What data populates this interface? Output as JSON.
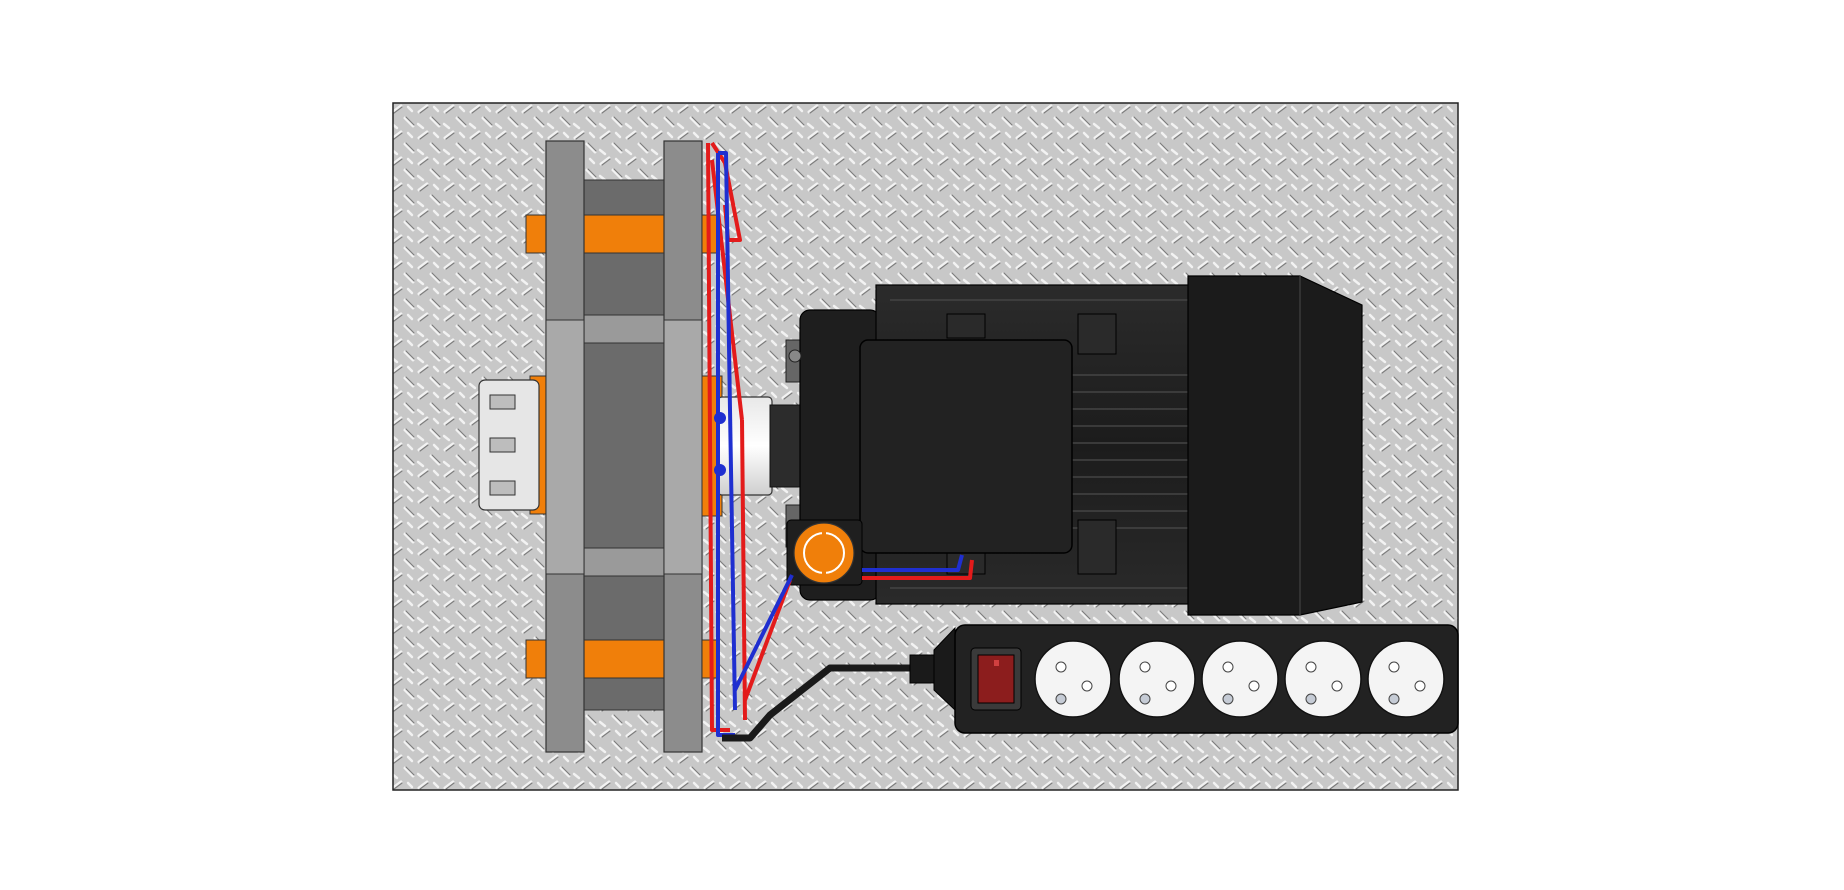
{
  "scene": {
    "subject": "",
    "colors": {
      "background": "#ffffff",
      "plate": "#c8c8c8",
      "plate_tread": "#f2f2f2",
      "plate_shadow": "#8a8a8a",
      "frame_gray": "#8c8c8c",
      "frame_dark": "#6b6b6b",
      "frame_light": "#a9a9a9",
      "accent_orange": "#f07f0a",
      "motor_black": "#232323",
      "motor_dark": "#111111",
      "wire_red": "#e31b1b",
      "wire_blue": "#1f2fd0",
      "socket_white": "#f4f4f4",
      "switch_red": "#8c1d1d"
    },
    "power_strip": {
      "outlet_count": 5,
      "has_switch": true
    },
    "components": [
      "checker-plate-base",
      "gear-frame",
      "shaft-coupling",
      "electric-motor",
      "emergency-stop-button",
      "power-strip",
      "red-wire",
      "blue-wire"
    ]
  }
}
